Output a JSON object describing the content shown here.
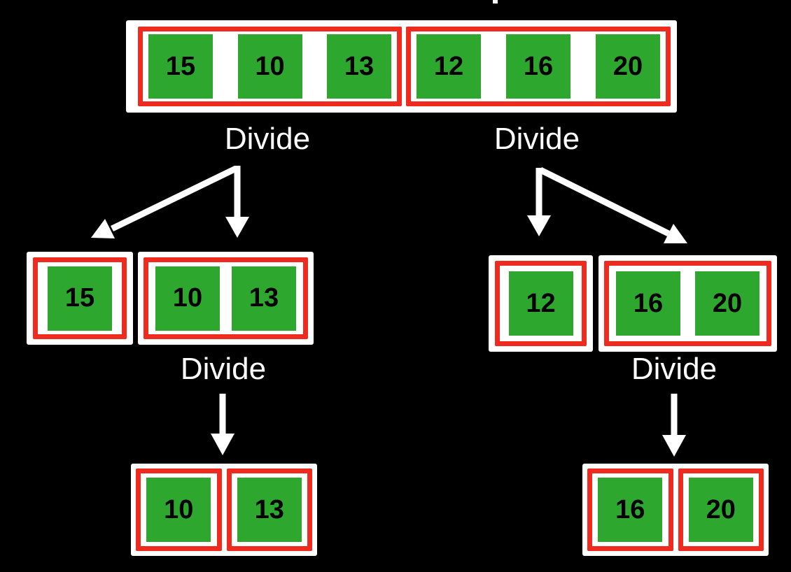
{
  "colors": {
    "background": "#000000",
    "container": "#ffffff",
    "box_border_red": "#EE2B1E",
    "cell_green": "#2DA72D",
    "cell_text": "#000000",
    "label_text": "#ffffff",
    "arrow": "#ffffff"
  },
  "labels": {
    "divide_top_left": "Divide",
    "divide_top_right": "Divide",
    "divide_mid_left": "Divide",
    "divide_mid_right": "Divide"
  },
  "icons": {
    "arrow_down": "down-arrow-icon",
    "arrow_diag_left": "down-left-arrow-icon",
    "arrow_diag_right": "down-right-arrow-icon"
  },
  "tree": {
    "level1": [
      {
        "cells": [
          "15",
          "10",
          "13"
        ]
      },
      {
        "cells": [
          "12",
          "16",
          "20"
        ]
      }
    ],
    "level2_left": [
      {
        "cells": [
          "15"
        ]
      },
      {
        "cells": [
          "10",
          "13"
        ]
      }
    ],
    "level2_right": [
      {
        "cells": [
          "12"
        ]
      },
      {
        "cells": [
          "16",
          "20"
        ]
      }
    ],
    "level3_left": [
      {
        "cells": [
          "10"
        ]
      },
      {
        "cells": [
          "13"
        ]
      }
    ],
    "level3_right": [
      {
        "cells": [
          "16"
        ]
      },
      {
        "cells": [
          "20"
        ]
      }
    ]
  }
}
